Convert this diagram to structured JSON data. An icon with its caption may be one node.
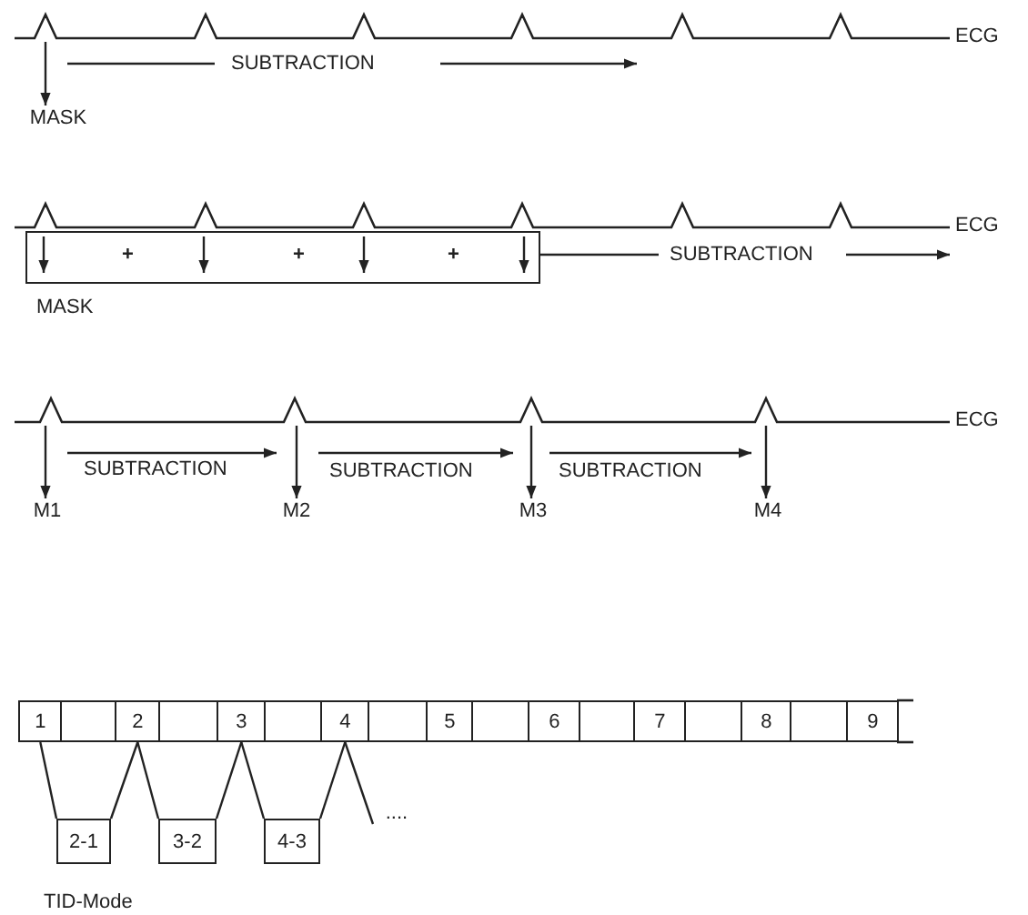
{
  "diagram": {
    "nodes": [
      {
        "text": [
          "ECG"
        ]
      },
      {
        "text": [
          "MASK"
        ]
      },
      {
        "text": [
          "ECG"
        ]
      },
      {
        "text": [
          "+",
          "+",
          "+"
        ],
        "beside": [
          "MASK"
        ]
      },
      {
        "text": [
          "ECG"
        ]
      },
      {
        "text": [
          "M1"
        ]
      },
      {
        "text": [
          "M2"
        ]
      },
      {
        "text": [
          "M3"
        ]
      },
      {
        "text": [
          "M4"
        ]
      },
      {
        "text": [
          "1"
        ]
      },
      {
        "text": [],
        "shape": "box"
      },
      {
        "text": [
          "2"
        ]
      },
      {
        "text": [],
        "shape": "box"
      },
      {
        "text": [
          "3"
        ]
      },
      {
        "text": [],
        "shape": "box"
      },
      {
        "text": [
          "4"
        ]
      },
      {
        "text": [],
        "shape": "box"
      },
      {
        "text": [
          "5"
        ]
      },
      {
        "text": [],
        "shape": "box"
      },
      {
        "text": [
          "6"
        ]
      },
      {
        "text": [],
        "shape": "box"
      },
      {
        "text": [
          "7"
        ]
      },
      {
        "text": [],
        "shape": "box"
      },
      {
        "text": [
          "8"
        ]
      },
      {
        "text": [],
        "shape": "box"
      },
      {
        "text": [
          "9"
        ]
      },
      {
        "text": [
          "2-1"
        ]
      },
      {
        "text": [
          "3-2"
        ]
      },
      {
        "text": [
          "4-3"
        ]
      },
      {
        "text": [
          "...."
        ]
      }
    ],
    "edges": [
      {
        "from": 0,
        "to": 1,
        "arrow": "to"
      },
      {
        "from": 4,
        "to": 5,
        "arrow": "to"
      },
      {
        "from": 4,
        "to": 6,
        "arrow": "to"
      },
      {
        "from": 4,
        "to": 7,
        "arrow": "to"
      },
      {
        "from": 4,
        "to": 8,
        "arrow": "to"
      },
      {
        "from": 9,
        "to": 26,
        "arrow": "none"
      },
      {
        "from": 11,
        "to": 26,
        "arrow": "none"
      },
      {
        "from": 11,
        "to": 27,
        "arrow": "none"
      },
      {
        "from": 13,
        "to": 27,
        "arrow": "none"
      },
      {
        "from": 13,
        "to": 28,
        "arrow": "none"
      },
      {
        "from": 15,
        "to": 28,
        "arrow": "none"
      },
      {
        "from": 15,
        "to": 29,
        "arrow": "none"
      }
    ],
    "labels": [
      "SUBTRACTION",
      "SUBTRACTION",
      "SUBTRACTION",
      "SUBTRACTION",
      "SUBTRACTION",
      "TID-Mode"
    ]
  }
}
